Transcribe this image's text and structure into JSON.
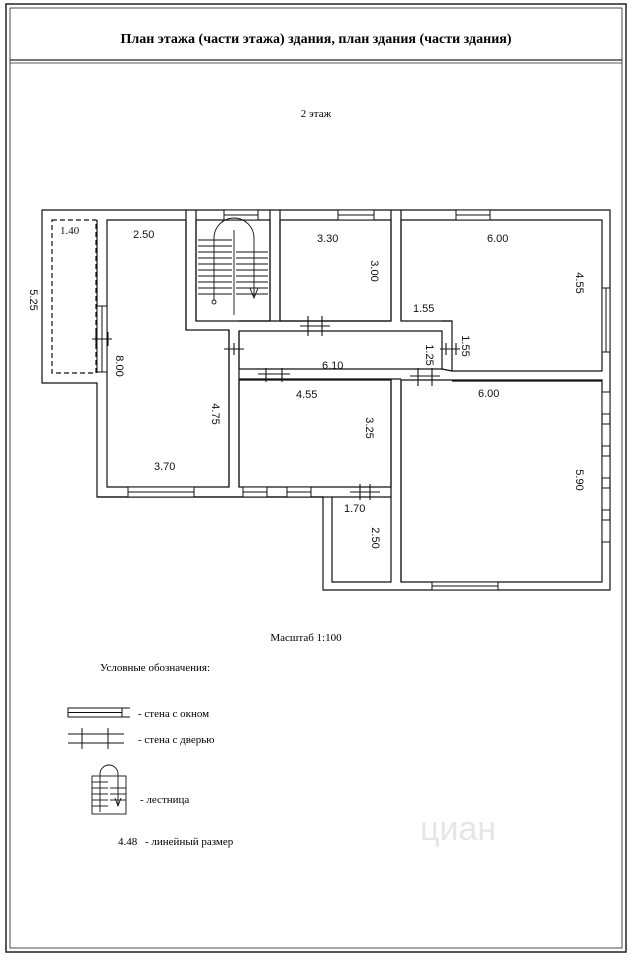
{
  "header": {
    "title": "План этажа (части этажа) здания, план здания (части здания)"
  },
  "plan": {
    "floor_label": "2 этаж",
    "dimensions": {
      "balcony_width": "1.40",
      "balcony_length": "5.25",
      "room_left_top": "2.50",
      "room_left_length": "8.00",
      "room_left_inner": "4.75",
      "room_left_bottom": "3.70",
      "room_top_mid_w": "3.30",
      "room_top_mid_h": "3.00",
      "room_top_right_w": "6.00",
      "room_top_right_h": "4.55",
      "room_top_right_notch": "1.55",
      "hall_length": "6.10",
      "hall_width": "1.25",
      "hall_notch": "1.55",
      "room_center_w": "4.55",
      "room_center_h": "3.25",
      "room_bottom_right_w": "6.00",
      "room_bottom_right_h": "5.90",
      "room_small_w": "1.70",
      "room_small_h": "2.50"
    }
  },
  "scale": {
    "label": "Масштаб 1:100"
  },
  "legend": {
    "title": "Условные обозначения:",
    "wall_window": "- стена с окном",
    "wall_door": "- стена с дверью",
    "stairs": "- лестница",
    "size_example": "4.48",
    "size_text": "- линейный размер"
  },
  "watermark": {
    "text": "циан"
  }
}
